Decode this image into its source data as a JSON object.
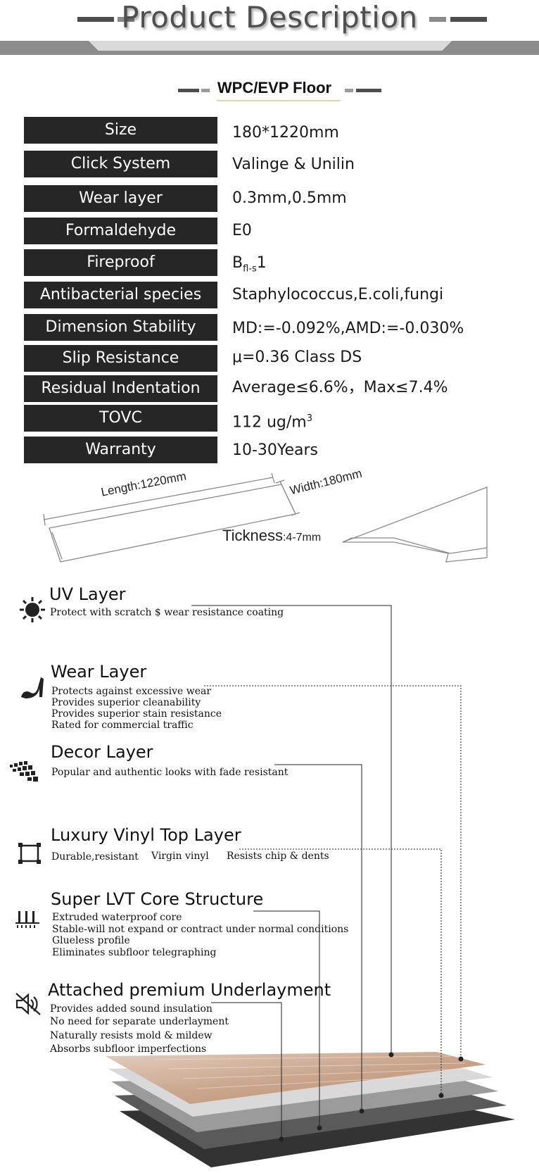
{
  "header": {
    "title": "Product Description"
  },
  "subtitle": "WPC/EVP Floor",
  "specs": [
    {
      "label": "Size",
      "value": "180*1220mm"
    },
    {
      "label": "Click System",
      "value": "Valinge & Unilin"
    },
    {
      "label": "Wear layer",
      "value": "0.3mm,0.5mm"
    },
    {
      "label": "Formaldehyde",
      "value": "E0"
    },
    {
      "label": "Fireproof",
      "value_main": "B",
      "value_sub": "fl-s",
      "value_tail": "1"
    },
    {
      "label": "Antibacterial species",
      "value": "Staphylococcus,E.coli,fungi"
    },
    {
      "label": "Dimension Stability",
      "value": "MD:=-0.092%,AMD:=-0.030%"
    },
    {
      "label": "Slip Resistance",
      "value": "μ=0.36 Class DS"
    },
    {
      "label": "Residual Indentation",
      "value": "Average≤6.6%，Max≤7.4%"
    },
    {
      "label": "TOVC",
      "value_main": "112 ug/m",
      "value_sup": "3"
    },
    {
      "label": "Warranty",
      "value": "10-30Years"
    }
  ],
  "dimensions": {
    "length": "Length:1220mm",
    "width": "Width:180mm",
    "thickness_label": "Tickness",
    "thickness_value": ":4-7mm"
  },
  "layers": [
    {
      "icon": "sun-icon",
      "title": "UV Layer",
      "desc": [
        "Protect with scratch $ wear resistance coating"
      ]
    },
    {
      "icon": "high-heel-icon",
      "title": "Wear Layer",
      "desc": [
        "Protects against excessive wear",
        "Provides superior cleanability",
        "Provides superior stain resistance",
        "Rated for commercial traffic"
      ]
    },
    {
      "icon": "wood-pattern-icon",
      "title": "Decor Layer",
      "desc": [
        "Popular and authentic looks with fade resistant"
      ]
    },
    {
      "icon": "frame-icon",
      "title": "Luxury Vinyl Top Layer",
      "desc_inline": [
        "Durable,resistant",
        "Virgin vinyl",
        "Resists chip & dents"
      ]
    },
    {
      "icon": "core-structure-icon",
      "title": "Super LVT Core Structure",
      "desc": [
        "Extruded waterproof core",
        "Stable-will not expand or contract under normal conditions",
        "Glueless profile",
        "Eliminates subfloor telegraphing"
      ]
    },
    {
      "icon": "speaker-mute-icon",
      "title": "Attached premium Underlayment",
      "desc": [
        "Provides added sound insulation",
        "No need for separate underlayment",
        "Naturally resists mold & mildew",
        "Absorbs subfloor imperfections"
      ]
    }
  ],
  "colors": {
    "label_bg": "#262626",
    "wood": "#c8a78e",
    "dark_layer": "#3b3b3b"
  }
}
